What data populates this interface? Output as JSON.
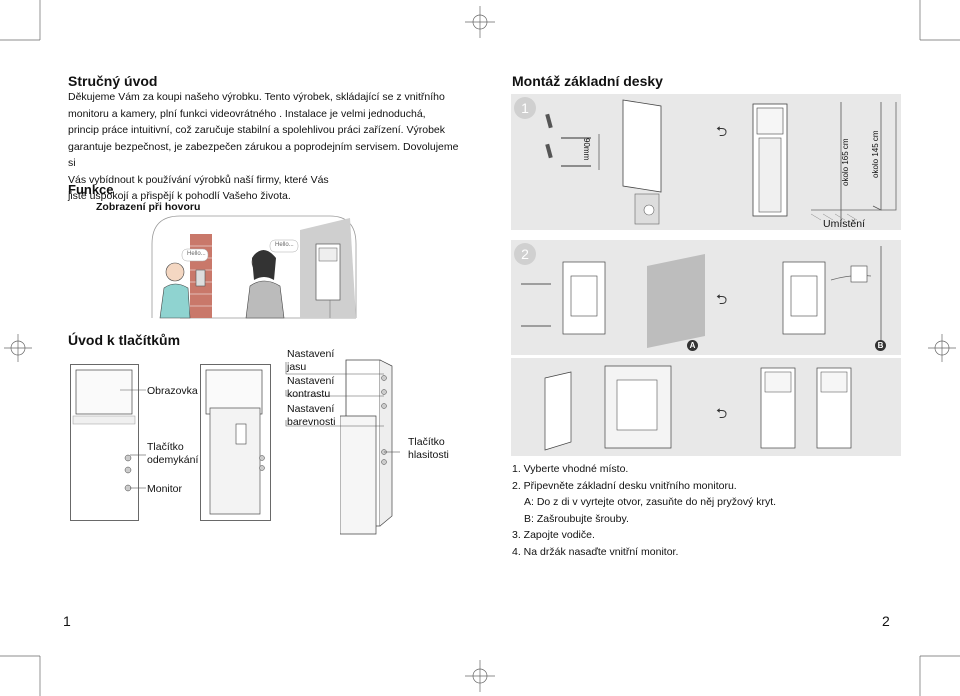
{
  "intro": {
    "title": "Stručný úvod",
    "lines": [
      "Děkujeme Vám za koupi našeho výrobku. Tento výrobek, skládající se z vnitřního",
      "monitoru a kamery, plní funkci videovrátného . Instalace je velmi jednoduchá,",
      "princip práce intuitivní, což zaručuje stabilní a spolehlivou práci zařízení. Výrobek",
      "garantuje bezpečnost, je zabezpečen zárukou a poprodejním servisem. Dovolujeme si",
      "Vás vybídnout k používání výrobků naší firmy, které Vás",
      "jistě uspokojí a přispějí k pohodlí Vašeho života."
    ]
  },
  "functions": {
    "title": "Funkce",
    "subtitle": "Zobrazení při hovoru",
    "bubble_1": "Hello...",
    "bubble_2": "Hello..."
  },
  "buttons_section": {
    "title": "Úvod k tlačítkům",
    "labels": {
      "screen": "Obrazovka",
      "unlock_1": "Tlačítko",
      "unlock_2": "odemykání",
      "monitor": "Monitor",
      "brightness_1": "Nastavení",
      "brightness_2": "jasu",
      "contrast_1": "Nastavení",
      "contrast_2": "kontrastu",
      "color_1": "Nastavení",
      "color_2": "barevnosti",
      "volume_1": "Tlačítko",
      "volume_2": "hlasitosti"
    }
  },
  "mounting": {
    "title": "Montáž základní desky",
    "step1_badge": "1",
    "step2_badge": "2",
    "dim_90": "90mm",
    "dim_165": "okolo 165 cm",
    "dim_145": "okolo 145 cm",
    "placement": "Umístění",
    "badge_a": "A",
    "badge_b": "B"
  },
  "steps": [
    "1. Vyberte vhodné místo.",
    "2. Připevněte základní desku vnitřního monitoru.",
    "A: Do z di v vyrtejte otvor, zasuňte do něj pryžový kryt.",
    "B: Zašroubujte šrouby.",
    "3. Zapojte vodiče.",
    "4. Na držák nasaďte vnitřní monitor."
  ],
  "page_numbers": {
    "left": "1",
    "right": "2"
  }
}
